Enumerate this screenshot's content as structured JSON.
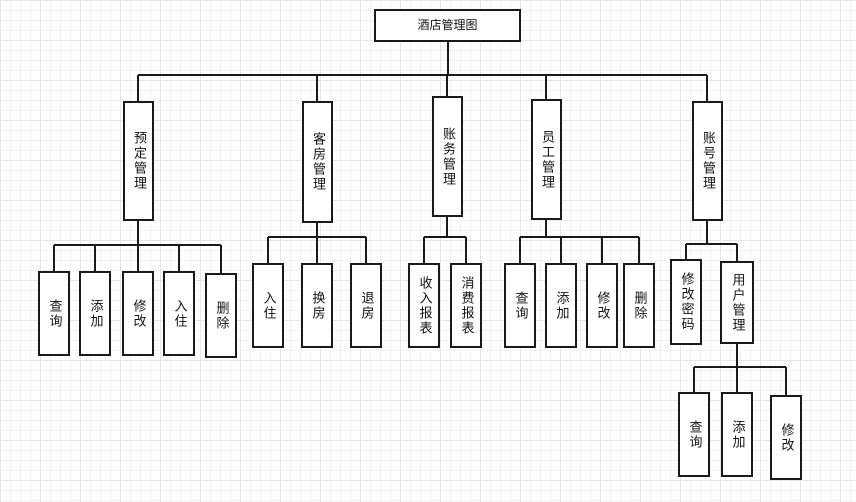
{
  "diagram": {
    "root": "酒店管理图",
    "modules": {
      "booking": {
        "title": "预定管理",
        "items": [
          "查询",
          "添加",
          "修改",
          "入住",
          "删除"
        ]
      },
      "room": {
        "title": "客房管理",
        "items": [
          "入住",
          "换房",
          "退房"
        ]
      },
      "account": {
        "title": "账务管理",
        "items": [
          "收入报表",
          "消费报表"
        ]
      },
      "staff": {
        "title": "员工管理",
        "items": [
          "查询",
          "添加",
          "修改",
          "删除"
        ]
      },
      "user_account": {
        "title": "账号管理",
        "items": [
          "修改密码",
          "用户管理"
        ],
        "user_mgmt_items": [
          "查询",
          "添加",
          "修改"
        ]
      }
    }
  }
}
